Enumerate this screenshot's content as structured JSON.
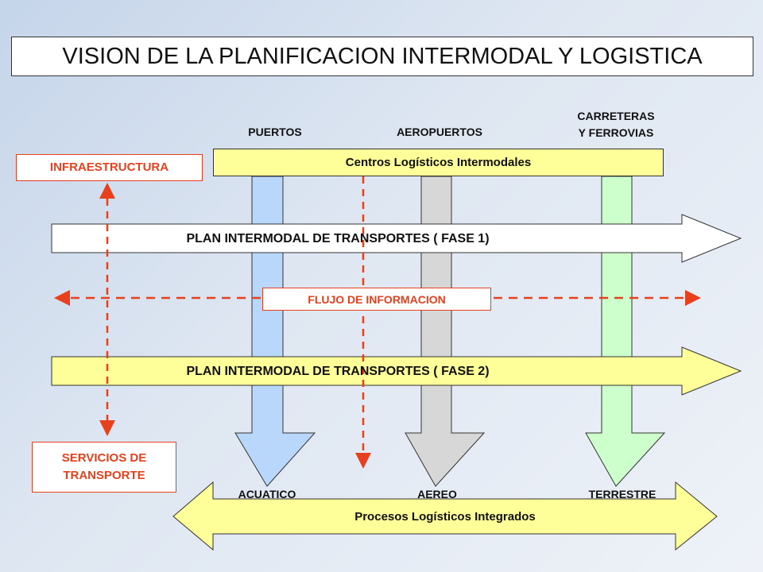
{
  "title": "VISION DE LA PLANIFICACION INTERMODAL Y LOGISTICA",
  "top_labels": {
    "puertos": "PUERTOS",
    "aeropuertos": "AEROPUERTOS",
    "carreteras_line1": "CARRETERAS",
    "carreteras_line2": "Y FERROVIAS"
  },
  "centros": "Centros Logísticos Intermodales",
  "infraestructura": "INFRAESTRUCTURA",
  "plan_fase1": "PLAN INTERMODAL DE TRANSPORTES ( FASE 1)",
  "flujo": "FLUJO DE INFORMACION",
  "plan_fase2": "PLAN INTERMODAL DE TRANSPORTES ( FASE 2)",
  "servicios_line1": "SERVICIOS DE",
  "servicios_line2": "TRANSPORTE",
  "bottom_labels": {
    "acuatico": "ACUATICO",
    "aereo": "AEREO",
    "terrestre": "TERRESTRE"
  },
  "procesos": "Procesos Logísticos Integrados",
  "colors": {
    "accent_red": "#e8401c",
    "yellow": "#ffff99",
    "blue_column": "#b9d7fb",
    "gray_column": "#d7d7d7",
    "green_column": "#ccffcc"
  }
}
